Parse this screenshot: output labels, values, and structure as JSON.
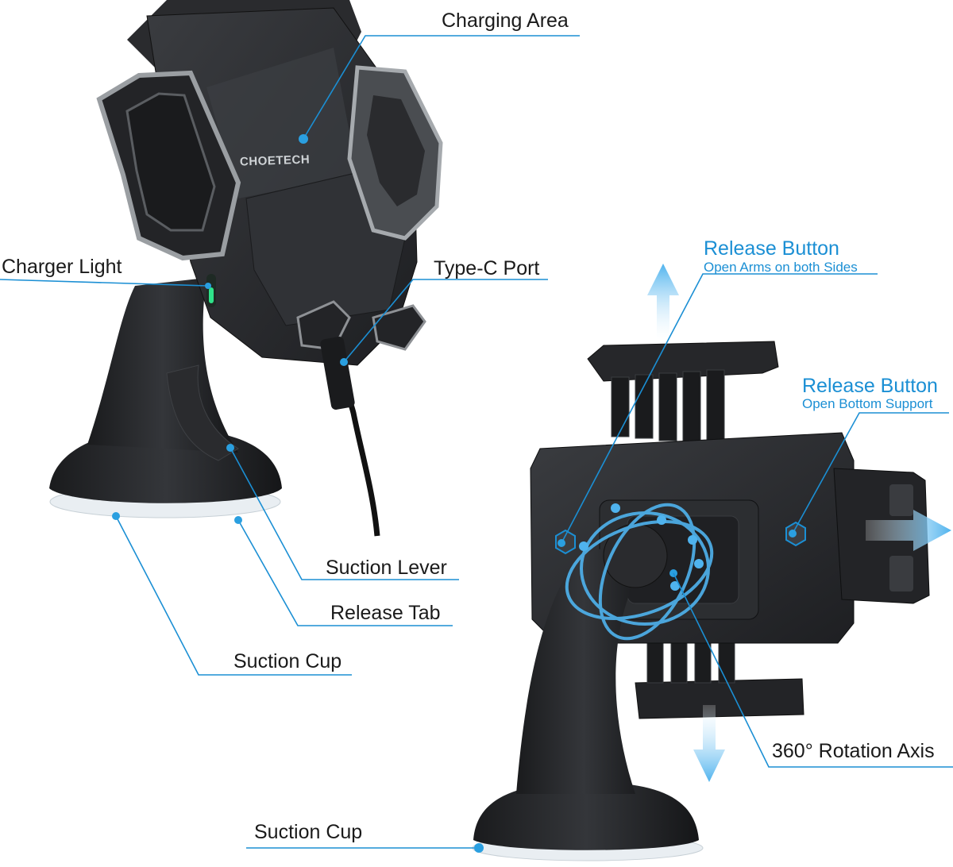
{
  "brand": "CHOETECH",
  "labels": {
    "charging_area": "Charging Area",
    "charger_light": "Charger Light",
    "type_c_port": "Type-C Port",
    "suction_lever": "Suction Lever",
    "release_tab": "Release Tab",
    "suction_cup_top": "Suction Cup",
    "release_button_arms": "Release Button",
    "release_button_arms_sub": "Open Arms on both Sides",
    "release_button_bottom": "Release Button",
    "release_button_bottom_sub": "Open Bottom Support",
    "rotation_axis": "360° Rotation Axis",
    "suction_cup_bottom": "Suction Cup"
  },
  "colors": {
    "callout_line": "#1b8fd4",
    "callout_dot": "#2a9fe0",
    "device_body": "#2b2d30",
    "device_dark": "#1c1d1f",
    "device_grey": "#8a8d90",
    "charger_light": "#2fe38a",
    "arrow_fill": "#4fb3ee"
  },
  "icons": [
    "up-arrow-icon",
    "down-arrow-icon",
    "right-arrow-icon",
    "rotation-orbit-icon"
  ]
}
